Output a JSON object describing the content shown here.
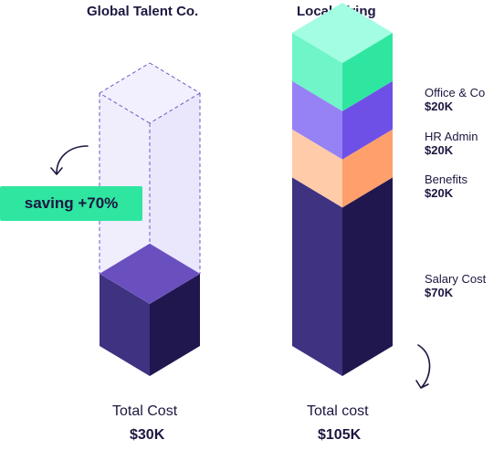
{
  "chart_data": {
    "type": "bar",
    "stacked": true,
    "categories": [
      "Global Talent Co.",
      "Local Hiring"
    ],
    "ylim": [
      0,
      105
    ],
    "grid": false,
    "series": [
      {
        "name": "Salary Cost",
        "values": [
          30,
          70
        ],
        "value_label": "$70K",
        "colors": {
          "top": "#6a4fbf",
          "left": "#3e3281",
          "right": "#21174f"
        }
      },
      {
        "name": "Benefits",
        "values": [
          0,
          20
        ],
        "value_label": "$20K",
        "colors": {
          "top": "#ffc9a8",
          "left": "#ffcba9",
          "right": "#ff9f6b"
        }
      },
      {
        "name": "HR Admin",
        "values": [
          0,
          20
        ],
        "value_label": "$20K",
        "colors": {
          "top": "#9a85f7",
          "left": "#9682f5",
          "right": "#6e50e7"
        }
      },
      {
        "name": "Office & Co",
        "values": [
          0,
          20
        ],
        "value_label": "$20K",
        "colors": {
          "top": "#a2fde2",
          "left": "#6ff5c7",
          "right": "#2fe6a0"
        }
      }
    ],
    "totals": [
      {
        "label": "Total Cost",
        "value": "$30K"
      },
      {
        "label": "Total cost",
        "value": "$105K"
      }
    ],
    "annotations": [
      {
        "text": "saving +70%"
      }
    ]
  }
}
